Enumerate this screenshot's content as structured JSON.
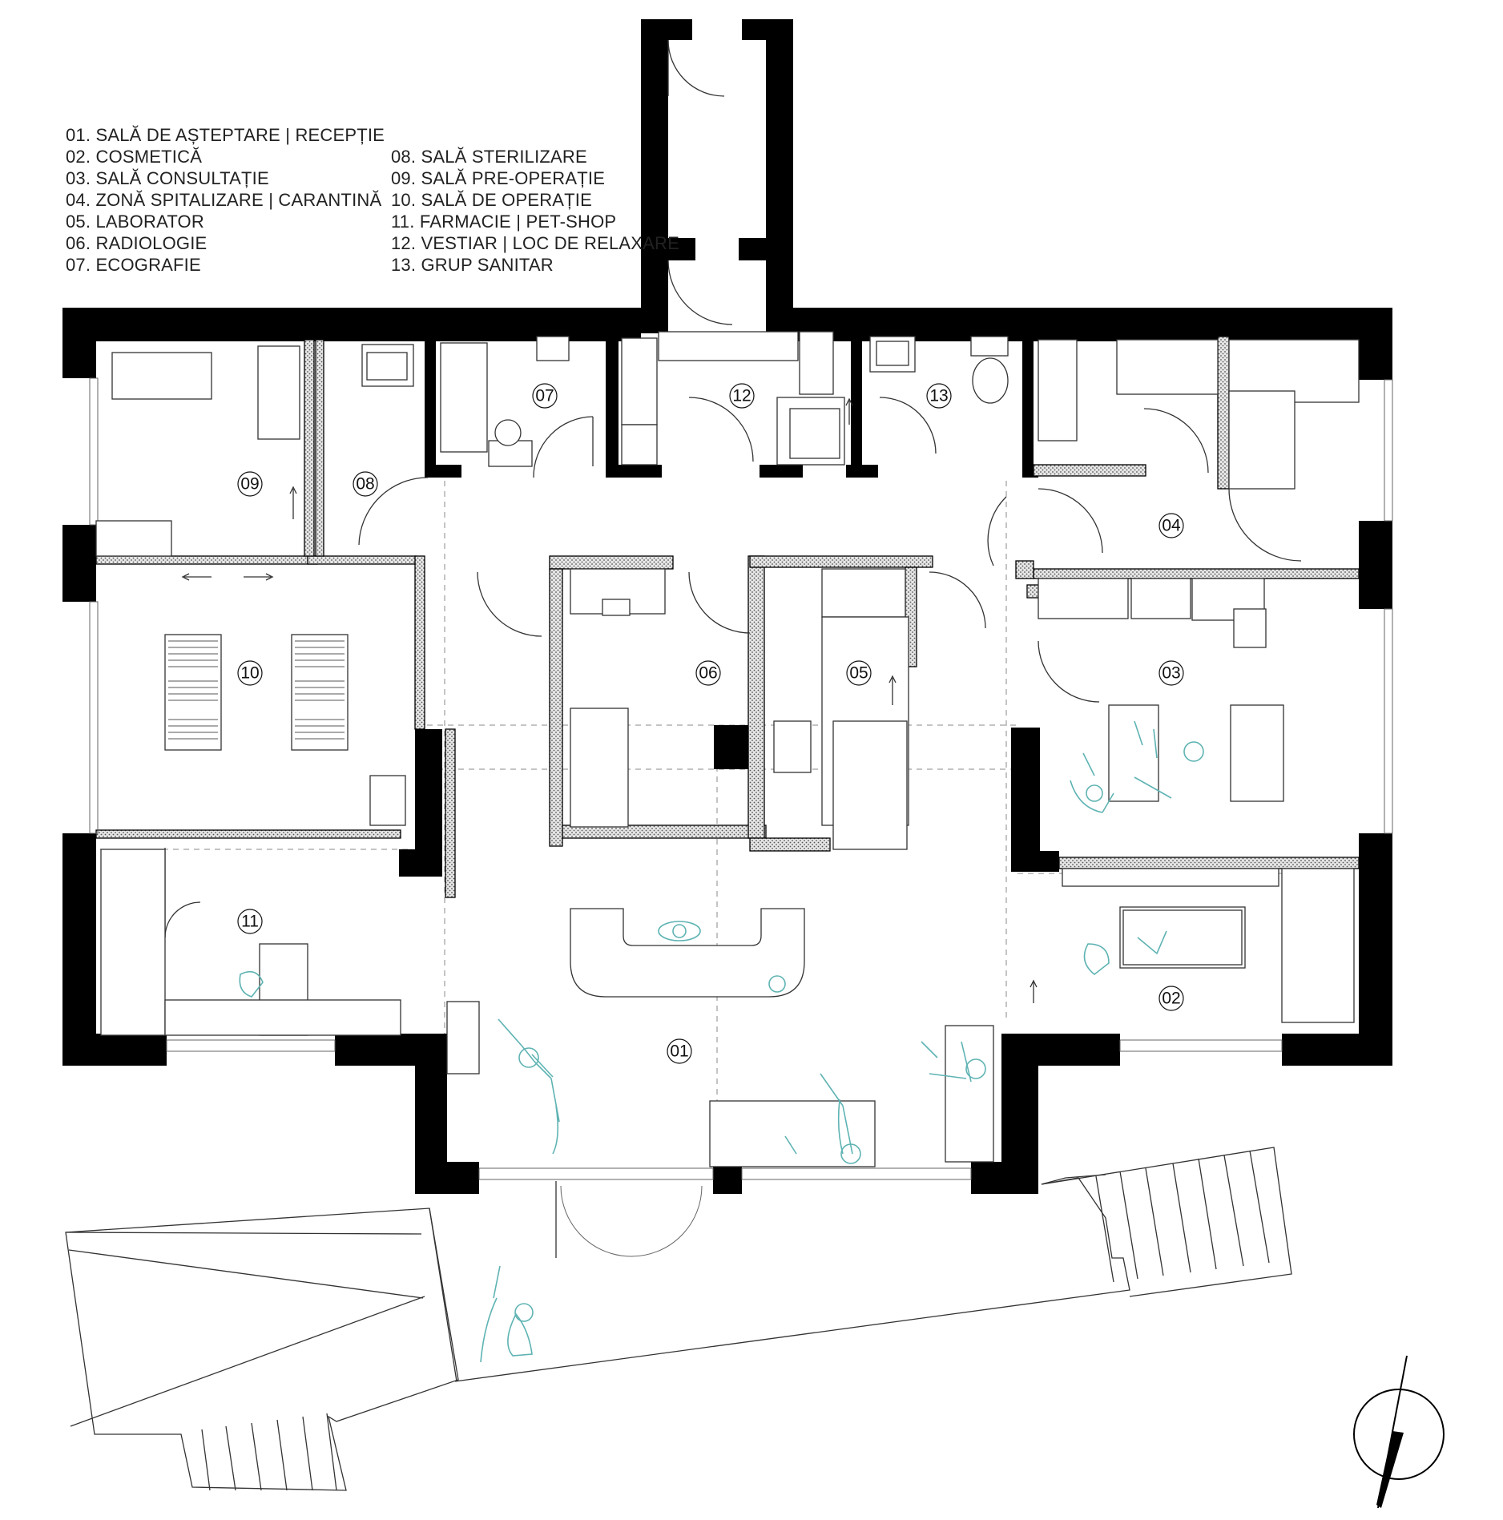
{
  "legend": {
    "left": [
      "01. SALĂ DE AȘTEPTARE | RECEPȚIE",
      "02. COSMETICĂ",
      "03. SALĂ CONSULTAȚIE",
      "04. ZONĂ SPITALIZARE | CARANTINĂ",
      "05. LABORATOR",
      "06. RADIOLOGIE",
      "07. ECOGRAFIE"
    ],
    "right": [
      "08. SALĂ STERILIZARE",
      "09. SALĂ PRE-OPERAȚIE",
      "10. SALĂ DE OPERAȚIE",
      "11. FARMACIE | PET-SHOP",
      "12. VESTIAR | LOC DE RELAXARE",
      "13. GRUP SANITAR"
    ]
  },
  "rooms": [
    "01",
    "02",
    "03",
    "04",
    "05",
    "06",
    "07",
    "08",
    "09",
    "10",
    "11",
    "12",
    "13"
  ],
  "colors": {
    "wall": "#000000",
    "partition": "#d8d8d8",
    "figures": "#5fb3b3"
  }
}
